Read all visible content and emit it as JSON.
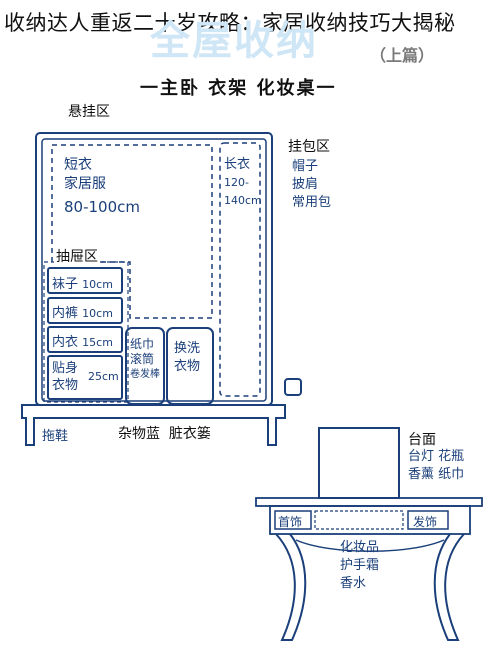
{
  "title": "收纳达人重返二十岁攻略：家居收纳技巧大揭秘",
  "watermark": "全屋收纳",
  "part_label": "（上篇）",
  "subtitle": "一主卧 衣架 化妆桌一",
  "wardrobe": {
    "hanging_area": "悬挂区",
    "short_clothes": [
      "短衣",
      "家居服",
      "80-100cm"
    ],
    "long_clothes": [
      "长衣",
      "120-",
      "140cm"
    ],
    "drawer_area": "抽屉区",
    "drawers": [
      {
        "name": "袜子",
        "size": "10cm"
      },
      {
        "name": "内裤",
        "size": "10cm"
      },
      {
        "name": "内衣",
        "size": "15cm"
      },
      {
        "name": "贴身\n衣物",
        "size": "25cm"
      }
    ],
    "tissue_box": [
      "纸巾",
      "滚筒",
      "卷发棒"
    ],
    "change_clothes": [
      "换洗",
      "衣物"
    ],
    "slippers": "拖鞋",
    "baskets": "杂物蓝  脏衣篓"
  },
  "bag_area": {
    "title": "挂包区",
    "items": [
      "帽子",
      "披肩",
      "常用包"
    ]
  },
  "dresser": {
    "top_title": "台面",
    "top_items": [
      "台灯 花瓶",
      "香薰 纸巾"
    ],
    "left_drawer": "首饰",
    "right_drawer": "发饰",
    "middle_items": [
      "化妆品",
      "护手霜",
      "香水"
    ]
  },
  "colors": {
    "outline": "#1a3f7a",
    "dashed": "#1a3f7a",
    "text_dark": "#111111",
    "watermark": "#cfe6f6"
  }
}
